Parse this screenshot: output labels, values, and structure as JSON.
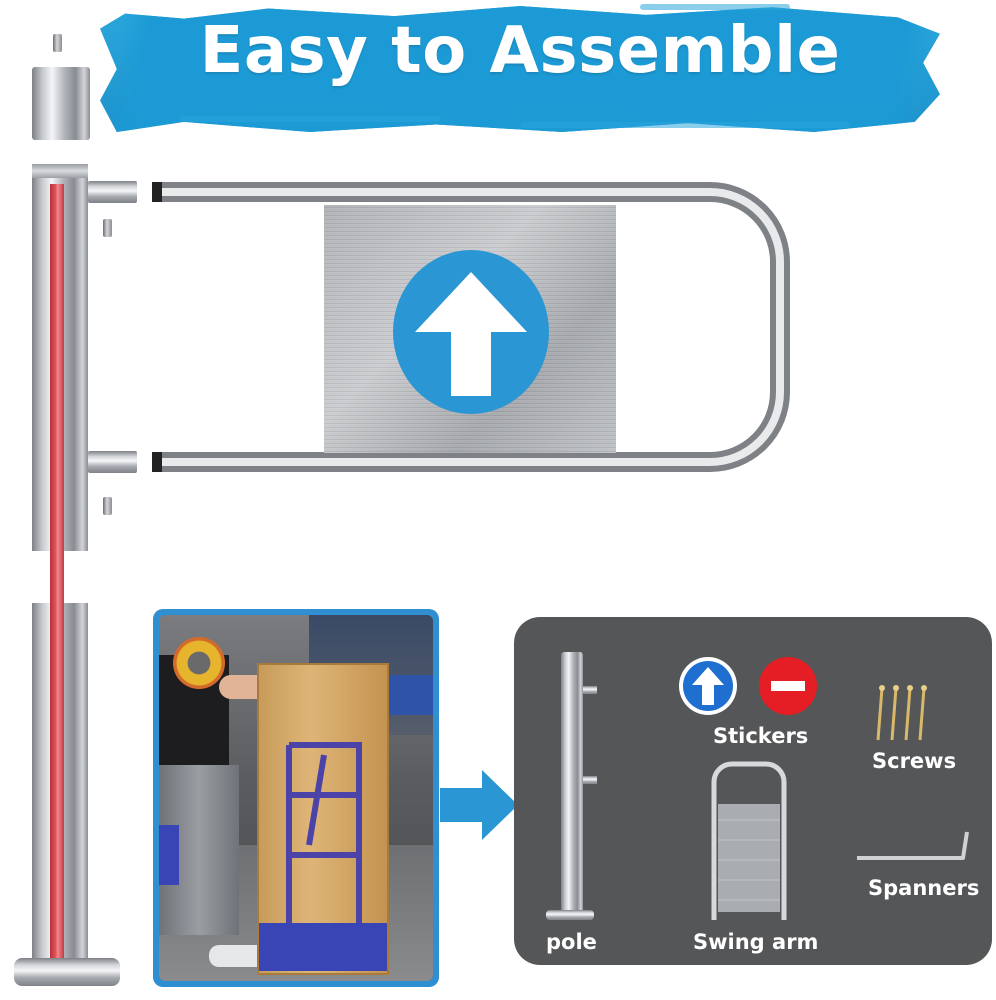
{
  "banner": {
    "title": "Easy to Assemble"
  },
  "components": {
    "pole_label": "pole",
    "stickers_label": "Stickers",
    "screws_label": "Screws",
    "swing_arm_label": "Swing arm",
    "spanners_label": "Spanners"
  },
  "colors": {
    "banner_blue": "#1e93cc",
    "sign_blue": "#2a96d3",
    "no_entry_red": "#e51e25",
    "panel_gray": "#555658",
    "strip_red": "#e2515a"
  },
  "icons": {
    "direction": "up-arrow-icon",
    "no_entry": "no-entry-icon",
    "flow": "right-arrow-icon"
  }
}
